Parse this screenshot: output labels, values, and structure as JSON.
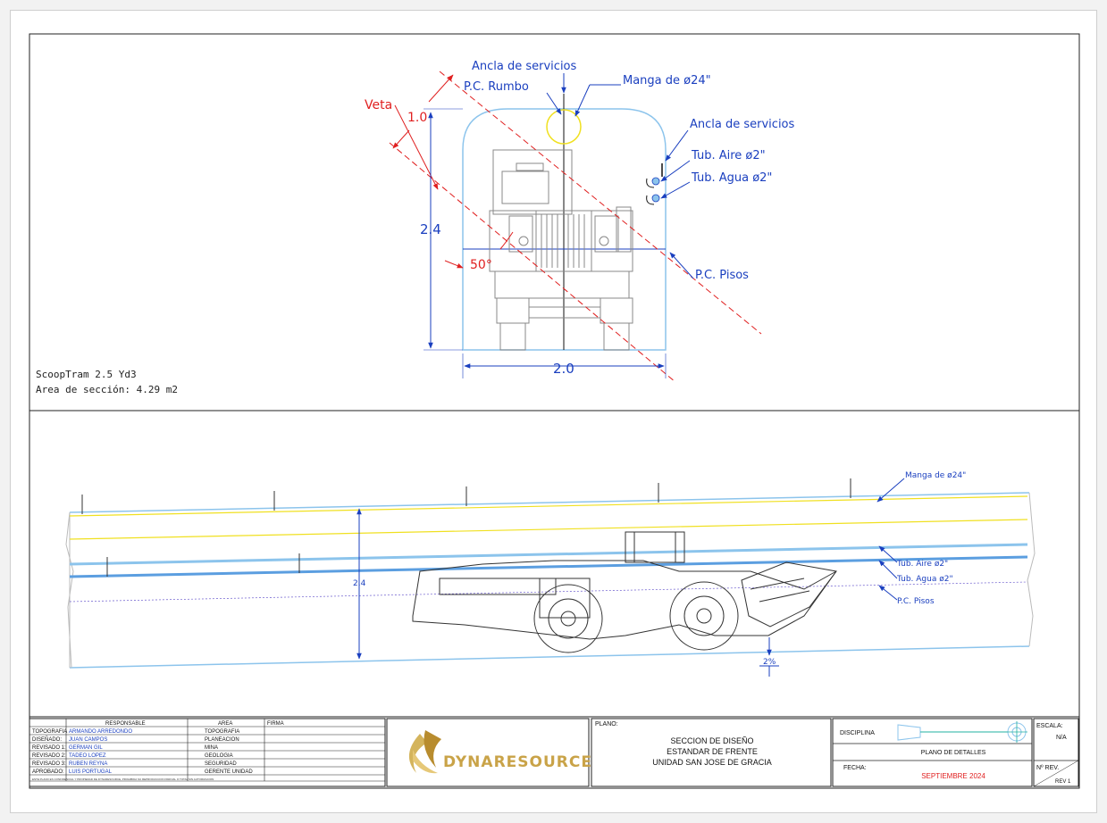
{
  "section_view": {
    "labels": {
      "ancla_top": "Ancla de servicios",
      "pc_rumbo": "P.C. Rumbo",
      "manga": "Manga de ø24\"",
      "ancla_right": "Ancla de servicios",
      "tub_aire": "Tub. Aire ø2\"",
      "tub_agua": "Tub. Agua ø2\"",
      "pc_pisos": "P.C. Pisos",
      "veta": "Veta",
      "angle": "50°"
    },
    "dimensions": {
      "slope": "1.0",
      "height": "2.4",
      "width": "2.0"
    },
    "notes": {
      "equipment": "ScoopTram 2.5 Yd3",
      "area": "Area de sección: 4.29 m2"
    }
  },
  "profile_view": {
    "labels": {
      "manga": "Manga de ø24\"",
      "tub_aire": "Tub. Aire ø2\"",
      "tub_agua": "Tub. Agua ø2\"",
      "pc_pisos": "P.C. Pisos"
    },
    "height": "2.4",
    "grade": "2%"
  },
  "title_block": {
    "headers": {
      "responsable": "RESPONSABLE",
      "area": "AREA",
      "firma": "FIRMA"
    },
    "rows": [
      {
        "role": "TOPOGRAFIA",
        "name": "ARMANDO ARREDONDO",
        "area": "TOPOGRAFIA"
      },
      {
        "role": "DISEÑADO:",
        "name": "JUAN CAMPOS",
        "area": "PLANEACION"
      },
      {
        "role": "REVISADO 1:",
        "name": "GERMAN GIL",
        "area": "MINA"
      },
      {
        "role": "REVISADO 2:",
        "name": "TADEO LOPEZ",
        "area": "GEOLOGIA"
      },
      {
        "role": "REVISADO 3:",
        "name": "RUBEN REYNA",
        "area": "SEGURIDAD"
      },
      {
        "role": "APROBADO:",
        "name": "LUIS PORTUGAL",
        "area": "GERENTE UNIDAD"
      }
    ],
    "disclaimer": "ESTE PLANO ES CONFIDENCIAL Y PROPIEDAD DE DYNARESOURCE, PROHIBIDA SU REPRODUCCION PARCIAL O TOTAL SIN AUTORIZACION",
    "logo": "DYNARESOURCE",
    "plano_label": "PLANO:",
    "plano_title": [
      "SECCION DE DISEÑO",
      "ESTANDAR DE FRENTE",
      "UNIDAD SAN JOSE DE GRACIA"
    ],
    "disciplina_label": "DISCIPLINA",
    "disciplina_value": "PLANO DE DETALLES",
    "escala_label": "ESCALA:",
    "escala_value": "N/A",
    "fecha_label": "FECHA:",
    "fecha_value": "SEPTIEMBRE 2024",
    "rev_label": "Nº REV.",
    "rev_value": "REV 1"
  },
  "colors": {
    "blue_dim": "#1a3fbf",
    "red": "#e02020",
    "yellow": "#f0e020",
    "light_blue": "#8cc4ec",
    "gold": "#c9a348"
  }
}
